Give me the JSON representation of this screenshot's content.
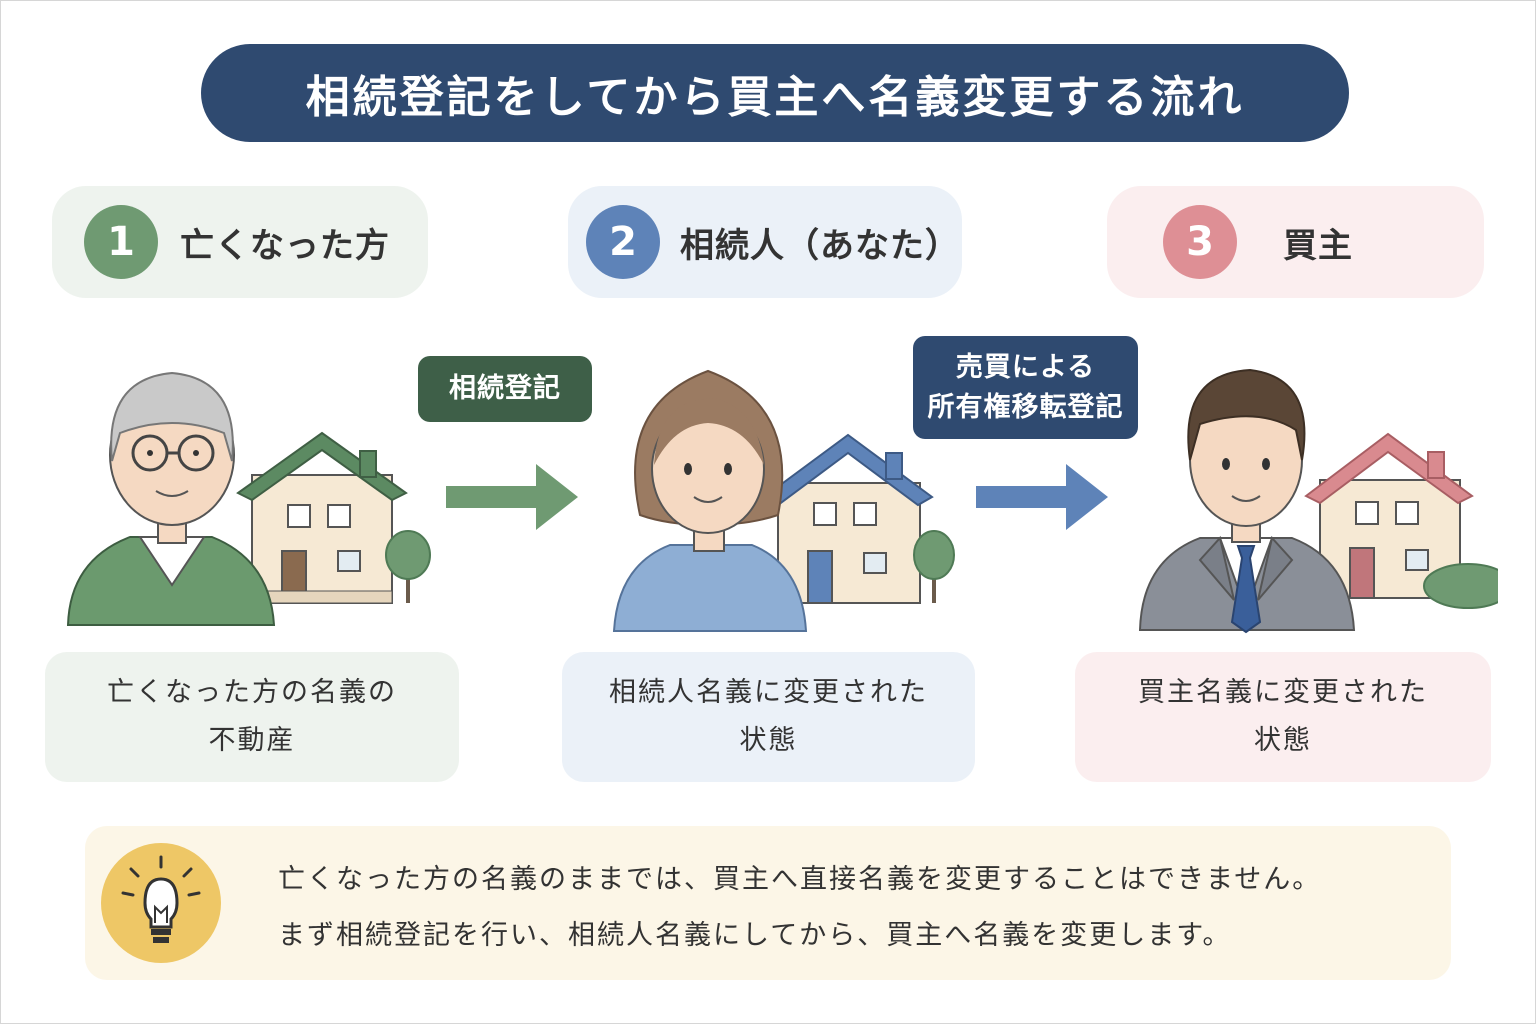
{
  "title": "相続登記をしてから買主へ名義変更する流れ",
  "steps": [
    {
      "number": "1",
      "label": "亡くなった方"
    },
    {
      "number": "2",
      "label": "相続人（あなた）"
    },
    {
      "number": "3",
      "label": "買主"
    }
  ],
  "arrows": [
    {
      "label_lines": [
        "相続登記"
      ]
    },
    {
      "label_lines": [
        "売買による",
        "所有権移転登記"
      ]
    }
  ],
  "descriptions": [
    {
      "lines": [
        "亡くなった方の名義の",
        "不動産"
      ]
    },
    {
      "lines": [
        "相続人名義に変更された",
        "状態"
      ]
    },
    {
      "lines": [
        "買主名義に変更された",
        "状態"
      ]
    }
  ],
  "note": {
    "icon": "lightbulb-icon",
    "lines": [
      "亡くなった方の名義のままでは、買主へ直接名義を変更することはできません。",
      "まず相続登記を行い、相続人名義にしてから、買主へ名義を変更します。"
    ]
  },
  "colors": {
    "title_bg": "#2f4a70",
    "step1": "#6f9a72",
    "step2": "#5e83b8",
    "step3": "#de8f95",
    "tag1": "#3e5f48",
    "tag2": "#2f4a70",
    "note_bg": "#fcf6e7"
  }
}
